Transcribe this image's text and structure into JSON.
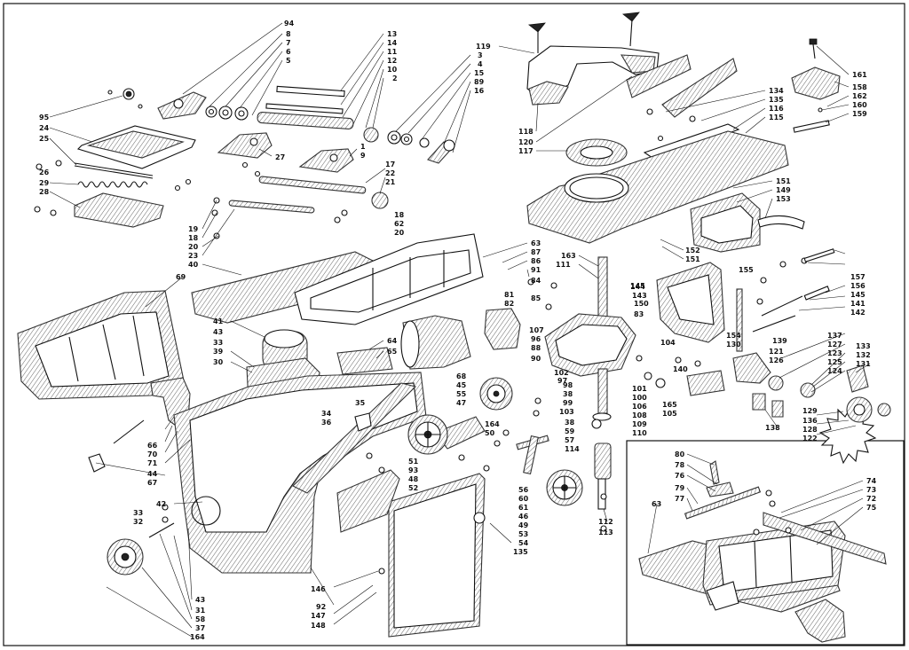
{
  "callouts": [
    {
      "id": "c94",
      "text": "94"
    },
    {
      "id": "c8",
      "text": "8"
    },
    {
      "id": "c7",
      "text": "7"
    },
    {
      "id": "c6",
      "text": "6"
    },
    {
      "id": "c5",
      "text": "5"
    },
    {
      "id": "c13",
      "text": "13"
    },
    {
      "id": "c14",
      "text": "14"
    },
    {
      "id": "c11",
      "text": "11"
    },
    {
      "id": "c12",
      "text": "12"
    },
    {
      "id": "c10",
      "text": "10"
    },
    {
      "id": "c2",
      "text": "2"
    },
    {
      "id": "c3",
      "text": "3"
    },
    {
      "id": "c4",
      "text": "4"
    },
    {
      "id": "c15",
      "text": "15"
    },
    {
      "id": "c89",
      "text": "89"
    },
    {
      "id": "c16",
      "text": "16"
    },
    {
      "id": "c119",
      "text": "119"
    },
    {
      "id": "c118",
      "text": "118"
    },
    {
      "id": "c120",
      "text": "120"
    },
    {
      "id": "c117",
      "text": "117"
    },
    {
      "id": "c134",
      "text": "134"
    },
    {
      "id": "c135",
      "text": "135"
    },
    {
      "id": "c116",
      "text": "116"
    },
    {
      "id": "c115",
      "text": "115"
    },
    {
      "id": "c161",
      "text": "161"
    },
    {
      "id": "c158",
      "text": "158"
    },
    {
      "id": "c162",
      "text": "162"
    },
    {
      "id": "c160",
      "text": "160"
    },
    {
      "id": "c159",
      "text": "159"
    },
    {
      "id": "c95",
      "text": "95"
    },
    {
      "id": "c24",
      "text": "24"
    },
    {
      "id": "c25",
      "text": "25"
    },
    {
      "id": "c26",
      "text": "26"
    },
    {
      "id": "c29",
      "text": "29"
    },
    {
      "id": "c28",
      "text": "28"
    },
    {
      "id": "c27",
      "text": "27"
    },
    {
      "id": "c1",
      "text": "1"
    },
    {
      "id": "c9",
      "text": "9"
    },
    {
      "id": "c17",
      "text": "17"
    },
    {
      "id": "c22",
      "text": "22"
    },
    {
      "id": "c21",
      "text": "21"
    },
    {
      "id": "c18",
      "text": "18"
    },
    {
      "id": "c62",
      "text": "62"
    },
    {
      "id": "c20b",
      "text": "20"
    },
    {
      "id": "c19",
      "text": "19"
    },
    {
      "id": "c18b",
      "text": "18"
    },
    {
      "id": "c20",
      "text": "20"
    },
    {
      "id": "c23",
      "text": "23"
    },
    {
      "id": "c40",
      "text": "40"
    },
    {
      "id": "c69",
      "text": "69"
    },
    {
      "id": "c151",
      "text": "151"
    },
    {
      "id": "c149",
      "text": "149"
    },
    {
      "id": "c153",
      "text": "153"
    },
    {
      "id": "c63",
      "text": "63"
    },
    {
      "id": "c87",
      "text": "87"
    },
    {
      "id": "c86",
      "text": "86"
    },
    {
      "id": "c91",
      "text": "91"
    },
    {
      "id": "c85",
      "text": "85"
    },
    {
      "id": "c84",
      "text": "84"
    },
    {
      "id": "c81",
      "text": "81"
    },
    {
      "id": "c82",
      "text": "82"
    },
    {
      "id": "c163",
      "text": "163"
    },
    {
      "id": "c111",
      "text": "111"
    },
    {
      "id": "c145a",
      "text": "145"
    },
    {
      "id": "c144",
      "text": "144"
    },
    {
      "id": "c143",
      "text": "143"
    },
    {
      "id": "c152",
      "text": "152"
    },
    {
      "id": "c151b",
      "text": "151"
    },
    {
      "id": "c155",
      "text": "155"
    },
    {
      "id": "c157",
      "text": "157"
    },
    {
      "id": "c156",
      "text": "156"
    },
    {
      "id": "c145",
      "text": "145"
    },
    {
      "id": "c141",
      "text": "141"
    },
    {
      "id": "c142",
      "text": "142"
    },
    {
      "id": "c150",
      "text": "150"
    },
    {
      "id": "c83",
      "text": "83"
    },
    {
      "id": "c154",
      "text": "154"
    },
    {
      "id": "c130",
      "text": "130"
    },
    {
      "id": "c139",
      "text": "139"
    },
    {
      "id": "c137",
      "text": "137"
    },
    {
      "id": "c127",
      "text": "127"
    },
    {
      "id": "c123",
      "text": "123"
    },
    {
      "id": "c125",
      "text": "125"
    },
    {
      "id": "c124",
      "text": "124"
    },
    {
      "id": "c133",
      "text": "133"
    },
    {
      "id": "c132",
      "text": "132"
    },
    {
      "id": "c131",
      "text": "131"
    },
    {
      "id": "c121",
      "text": "121"
    },
    {
      "id": "c126",
      "text": "126"
    },
    {
      "id": "c140",
      "text": "140"
    },
    {
      "id": "c129",
      "text": "129"
    },
    {
      "id": "c136",
      "text": "136"
    },
    {
      "id": "c128",
      "text": "128"
    },
    {
      "id": "c122",
      "text": "122"
    },
    {
      "id": "c138",
      "text": "138"
    },
    {
      "id": "c41",
      "text": "41"
    },
    {
      "id": "c43",
      "text": "43"
    },
    {
      "id": "c33",
      "text": "33"
    },
    {
      "id": "c39",
      "text": "39"
    },
    {
      "id": "c30",
      "text": "30"
    },
    {
      "id": "c64",
      "text": "64"
    },
    {
      "id": "c65",
      "text": "65"
    },
    {
      "id": "c107",
      "text": "107"
    },
    {
      "id": "c96",
      "text": "96"
    },
    {
      "id": "c88",
      "text": "88"
    },
    {
      "id": "c90",
      "text": "90"
    },
    {
      "id": "c104",
      "text": "104"
    },
    {
      "id": "c102",
      "text": "102"
    },
    {
      "id": "c101",
      "text": "101"
    },
    {
      "id": "c100",
      "text": "100"
    },
    {
      "id": "c106",
      "text": "106"
    },
    {
      "id": "c108",
      "text": "108"
    },
    {
      "id": "c109",
      "text": "109"
    },
    {
      "id": "c110",
      "text": "110"
    },
    {
      "id": "c165",
      "text": "165"
    },
    {
      "id": "c105",
      "text": "105"
    },
    {
      "id": "c68",
      "text": "68"
    },
    {
      "id": "c45",
      "text": "45"
    },
    {
      "id": "c55",
      "text": "55"
    },
    {
      "id": "c47",
      "text": "47"
    },
    {
      "id": "c98",
      "text": "98"
    },
    {
      "id": "c38",
      "text": "38"
    },
    {
      "id": "c99",
      "text": "99"
    },
    {
      "id": "c103",
      "text": "103"
    },
    {
      "id": "c35",
      "text": "35"
    },
    {
      "id": "c34",
      "text": "34"
    },
    {
      "id": "c36",
      "text": "36"
    },
    {
      "id": "c66",
      "text": "66"
    },
    {
      "id": "c70",
      "text": "70"
    },
    {
      "id": "c71",
      "text": "71"
    },
    {
      "id": "c44",
      "text": "44"
    },
    {
      "id": "c67",
      "text": "67"
    },
    {
      "id": "c164",
      "text": "164"
    },
    {
      "id": "c50",
      "text": "50"
    },
    {
      "id": "c57",
      "text": "57"
    },
    {
      "id": "c114",
      "text": "114"
    },
    {
      "id": "c38b",
      "text": "38"
    },
    {
      "id": "c59",
      "text": "59"
    },
    {
      "id": "c97",
      "text": "97"
    },
    {
      "id": "c51",
      "text": "51"
    },
    {
      "id": "c93",
      "text": "93"
    },
    {
      "id": "c48",
      "text": "48"
    },
    {
      "id": "c52",
      "text": "52"
    },
    {
      "id": "c56",
      "text": "56"
    },
    {
      "id": "c60",
      "text": "60"
    },
    {
      "id": "c61",
      "text": "61"
    },
    {
      "id": "c46",
      "text": "46"
    },
    {
      "id": "c49",
      "text": "49"
    },
    {
      "id": "c53",
      "text": "53"
    },
    {
      "id": "c54",
      "text": "54"
    },
    {
      "id": "c135b",
      "text": "135"
    },
    {
      "id": "c112",
      "text": "112"
    },
    {
      "id": "c113",
      "text": "113"
    },
    {
      "id": "c42",
      "text": "42"
    },
    {
      "id": "c33b",
      "text": "33"
    },
    {
      "id": "c32",
      "text": "32"
    },
    {
      "id": "c43b",
      "text": "43"
    },
    {
      "id": "c31",
      "text": "31"
    },
    {
      "id": "c58",
      "text": "58"
    },
    {
      "id": "c37",
      "text": "37"
    },
    {
      "id": "c164b",
      "text": "164"
    },
    {
      "id": "c146",
      "text": "146"
    },
    {
      "id": "c92",
      "text": "92"
    },
    {
      "id": "c147",
      "text": "147"
    },
    {
      "id": "c148",
      "text": "148"
    },
    {
      "id": "c80",
      "text": "80"
    },
    {
      "id": "c78",
      "text": "78"
    },
    {
      "id": "c76",
      "text": "76"
    },
    {
      "id": "c79",
      "text": "79"
    },
    {
      "id": "c77",
      "text": "77"
    },
    {
      "id": "c63b",
      "text": "63"
    },
    {
      "id": "c74",
      "text": "74"
    },
    {
      "id": "c73",
      "text": "73"
    },
    {
      "id": "c72",
      "text": "72"
    },
    {
      "id": "c75",
      "text": "75"
    }
  ]
}
